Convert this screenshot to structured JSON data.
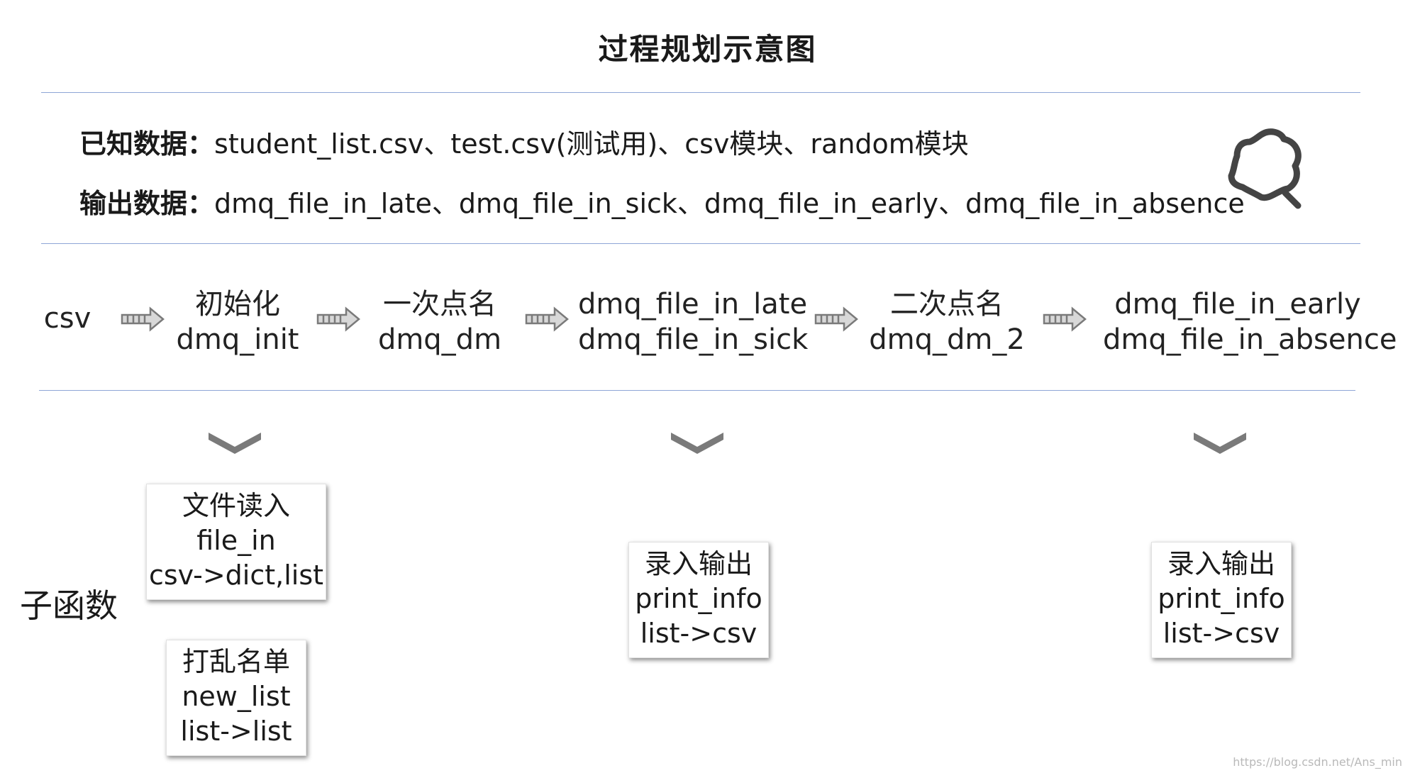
{
  "title": "过程规划示意图",
  "known": {
    "label": "已知数据：",
    "text": "student_list.csv、test.csv(测试用)、csv模块、random模块"
  },
  "output": {
    "label": "输出数据：",
    "text": "dmq_file_in_late、dmq_file_in_sick、dmq_file_in_early、dmq_file_in_absence"
  },
  "flow": {
    "start": "csv",
    "steps": [
      {
        "line1": "初始化",
        "line2": "dmq_init"
      },
      {
        "line1": "一次点名",
        "line2": "dmq_dm"
      },
      {
        "line1": "dmq_file_in_late",
        "line2": "dmq_file_in_sick"
      },
      {
        "line1": "二次点名",
        "line2": "dmq_dm_2"
      },
      {
        "line1": "dmq_file_in_early",
        "line2": "dmq_file_in_absence"
      }
    ]
  },
  "subfunctions_label": "子函数",
  "boxes": [
    {
      "line1": "文件读入",
      "line2": "file_in",
      "line3": "csv->dict,list"
    },
    {
      "line1": "打乱名单",
      "line2": "new_list",
      "line3": "list->list"
    },
    {
      "line1": "录入输出",
      "line2": "print_info",
      "line3": "list->csv"
    },
    {
      "line1": "录入输出",
      "line2": "print_info",
      "line3": "list->csv"
    }
  ],
  "watermark": "https://blog.csdn.net/Ans_min",
  "icons": {
    "logo": "star-search-icon",
    "flow_arrow": "striped-arrow-icon",
    "expand": "chevron-down-icon"
  },
  "colors": {
    "rule": "#8ea5d6",
    "icon_gray": "#7a7a7a",
    "logo": "#444444"
  }
}
